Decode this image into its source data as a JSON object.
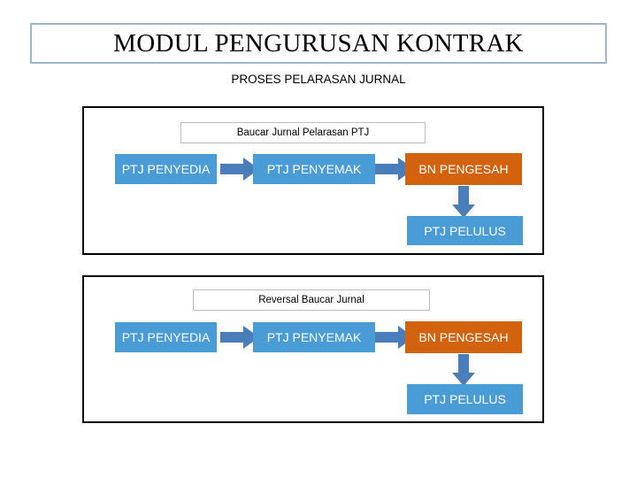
{
  "header": {
    "title": "MODUL PENGURUSAN KONTRAK",
    "subtitle": "PROSES PELARASAN JURNAL"
  },
  "colors": {
    "node_blue": "#4a9cd6",
    "node_orange": "#d2620d",
    "arrow_blue": "#4a7ebb",
    "title_border": "#9fb6cd",
    "panel_border": "#000000"
  },
  "flows": [
    {
      "caption": "Baucar Jurnal Pelarasan PTJ",
      "nodes": [
        {
          "label": "PTJ PENYEDIA",
          "color": "blue"
        },
        {
          "label": "PTJ PENYEMAK",
          "color": "blue"
        },
        {
          "label": "BN PENGESAH",
          "color": "orange"
        },
        {
          "label": "PTJ PELULUS",
          "color": "blue"
        }
      ],
      "arrows": [
        "right",
        "right",
        "down"
      ]
    },
    {
      "caption": "Reversal Baucar Jurnal",
      "nodes": [
        {
          "label": "PTJ PENYEDIA",
          "color": "blue"
        },
        {
          "label": "PTJ PENYEMAK",
          "color": "blue"
        },
        {
          "label": "BN PENGESAH",
          "color": "orange"
        },
        {
          "label": "PTJ PELULUS",
          "color": "blue"
        }
      ],
      "arrows": [
        "right",
        "right",
        "down"
      ]
    }
  ]
}
